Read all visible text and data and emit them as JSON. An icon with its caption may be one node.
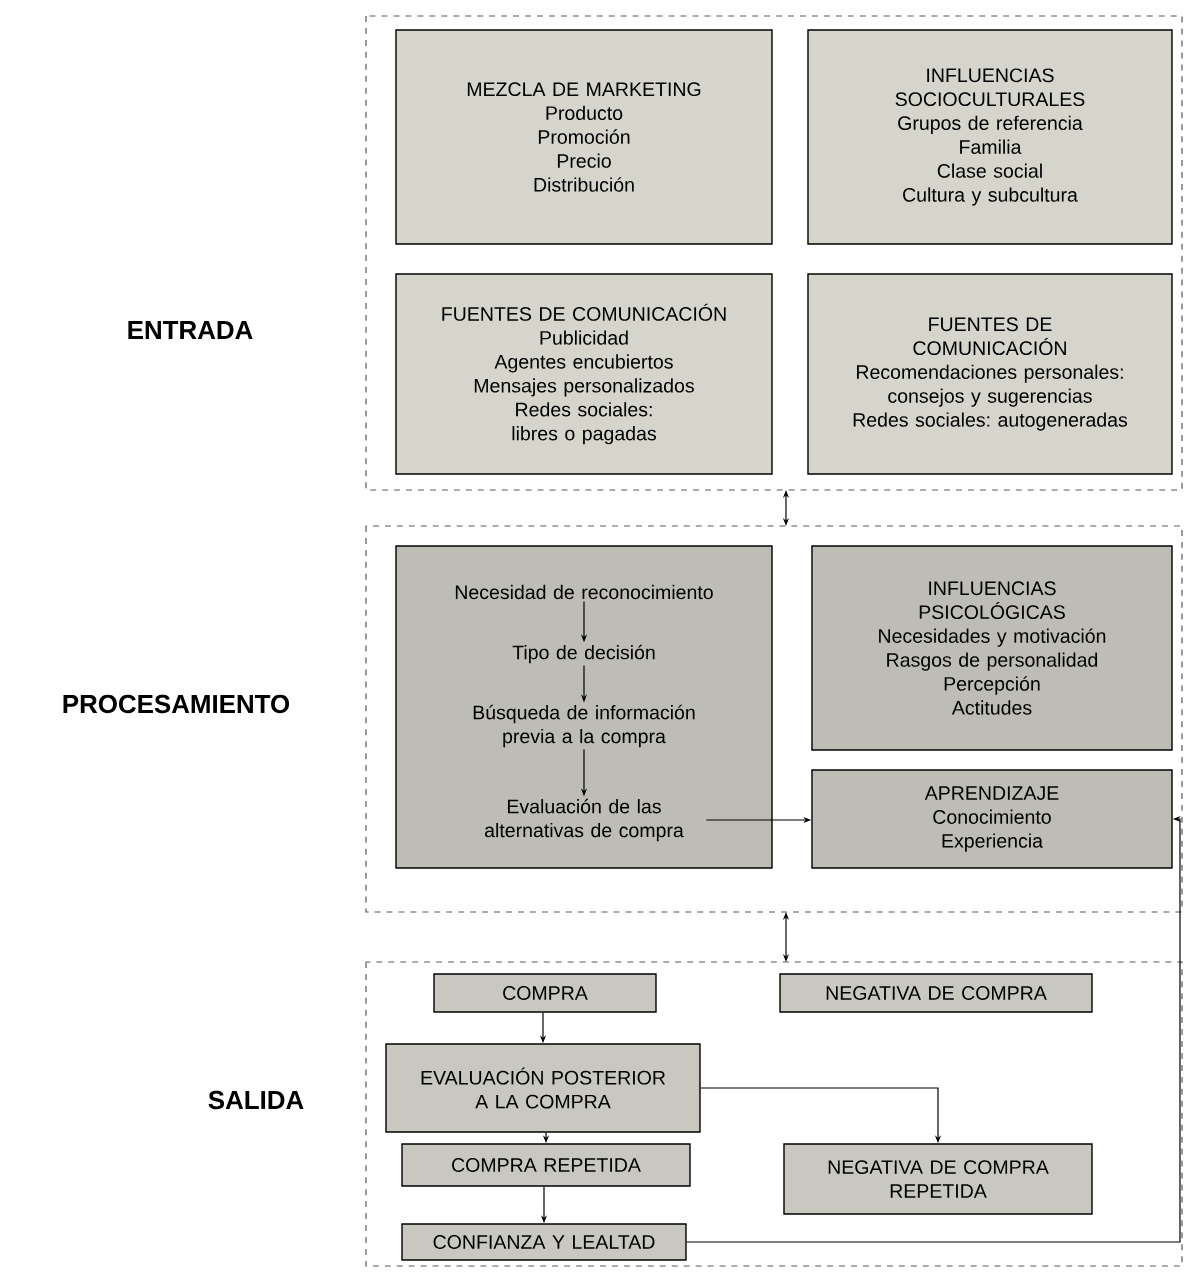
{
  "diagram": {
    "nodes": [
      {
        "text": [
          "ENTRADA"
        ]
      },
      {
        "text": [
          "MEZCLA DE MARKETING",
          "Producto",
          "Promoción",
          "Precio",
          "Distribución"
        ],
        "in": 0
      },
      {
        "text": [
          "INFLUENCIAS SOCIOCULTURALES",
          "Grupos de referencia",
          "Familia",
          "Clase social",
          "Cultura y subcultura"
        ],
        "in": 0
      },
      {
        "text": [
          "FUENTES DE COMUNICACIÓN",
          "Publicidad",
          "Agentes encubiertos",
          "Mensajes personalizados",
          "Redes sociales: libres o pagadas"
        ],
        "in": 0
      },
      {
        "text": [
          "FUENTES DE COMUNICACIÓN",
          "Recomendaciones personales: consejos y sugerencias",
          "Redes sociales: autogeneradas"
        ],
        "in": 0
      },
      {
        "text": [
          "PROCESAMIENTO"
        ]
      },
      {
        "text": [],
        "shape": "box",
        "in": 5
      },
      {
        "text": [
          "Necesidad de reconocimiento"
        ],
        "in": 6
      },
      {
        "text": [
          "Tipo de decisión"
        ],
        "in": 6
      },
      {
        "text": [
          "Búsqueda de información previa a la compra"
        ],
        "in": 6
      },
      {
        "text": [
          "Evaluación de las alternativas de compra"
        ],
        "in": 6
      },
      {
        "text": [
          "INFLUENCIAS PSICOLÓGICAS",
          "Necesidades y motivación",
          "Rasgos de personalidad",
          "Percepción",
          "Actitudes"
        ],
        "in": 5
      },
      {
        "text": [
          "APRENDIZAJE",
          "Conocimiento",
          "Experiencia"
        ],
        "in": 5
      },
      {
        "text": [
          "SALIDA"
        ]
      },
      {
        "text": [
          "COMPRA"
        ],
        "in": 13
      },
      {
        "text": [
          "NEGATIVA DE COMPRA"
        ],
        "in": 13
      },
      {
        "text": [
          "EVALUACIÓN POSTERIOR A LA COMPRA"
        ],
        "in": 13
      },
      {
        "text": [
          "COMPRA REPETIDA"
        ],
        "in": 13
      },
      {
        "text": [
          "NEGATIVA DE COMPRA REPETIDA"
        ],
        "in": 13
      },
      {
        "text": [
          "CONFIANZA Y LEALTAD"
        ],
        "in": 13
      }
    ],
    "edges": [
      {
        "from": 0,
        "to": 5,
        "arrow": "both"
      },
      {
        "from": 5,
        "to": 13,
        "arrow": "both"
      },
      {
        "from": 7,
        "to": 8,
        "arrow": "to"
      },
      {
        "from": 8,
        "to": 9,
        "arrow": "to"
      },
      {
        "from": 9,
        "to": 10,
        "arrow": "to"
      },
      {
        "from": 10,
        "to": 12,
        "arrow": "to"
      },
      {
        "from": 14,
        "to": 16,
        "arrow": "to"
      },
      {
        "from": 16,
        "to": 17,
        "arrow": "to"
      },
      {
        "from": 17,
        "to": 19,
        "arrow": "to"
      },
      {
        "from": 16,
        "to": 18,
        "arrow": "to"
      },
      {
        "from": 19,
        "to": 12,
        "arrow": "to"
      }
    ]
  }
}
